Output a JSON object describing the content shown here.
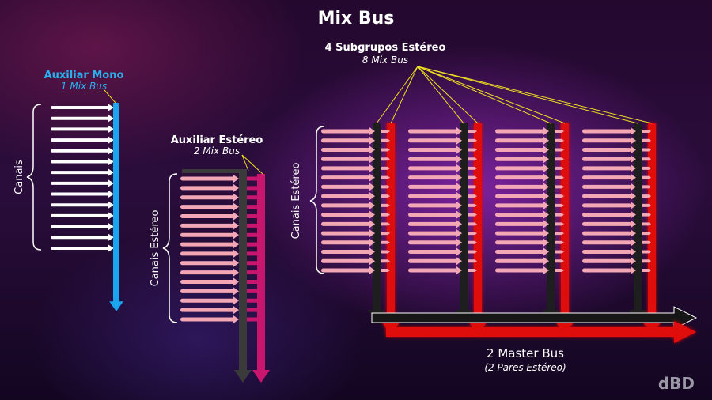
{
  "title": "Mix Bus",
  "aux_mono": {
    "label": "Auxiliar Mono",
    "sub": "1 Mix Bus",
    "side": "Canais",
    "channels": 14
  },
  "aux_stereo": {
    "label": "Auxiliar Estéreo",
    "sub": "2 Mix Bus",
    "side": "Canais Estéreo",
    "channels": 16
  },
  "subgroups": {
    "label": "4 Subgrupos Estéreo",
    "sub": "8 Mix Bus",
    "side": "Canais Estéreo",
    "groups": 4,
    "channels": 16
  },
  "master": {
    "label": "2 Master Bus",
    "sub": "(2 Pares Estéreo)"
  },
  "logo": "dBD",
  "colors": {
    "mono_bus": "#1aa6ee",
    "mono_label": "#2ab0f0",
    "stereo_left": "#3a3a3a",
    "stereo_right": "#c8156e",
    "subgroup_left": "#1e1e1e",
    "subgroup_right": "#e00a0a",
    "channel_pink": "#f3a6b4",
    "pointer": "#f0e020"
  }
}
